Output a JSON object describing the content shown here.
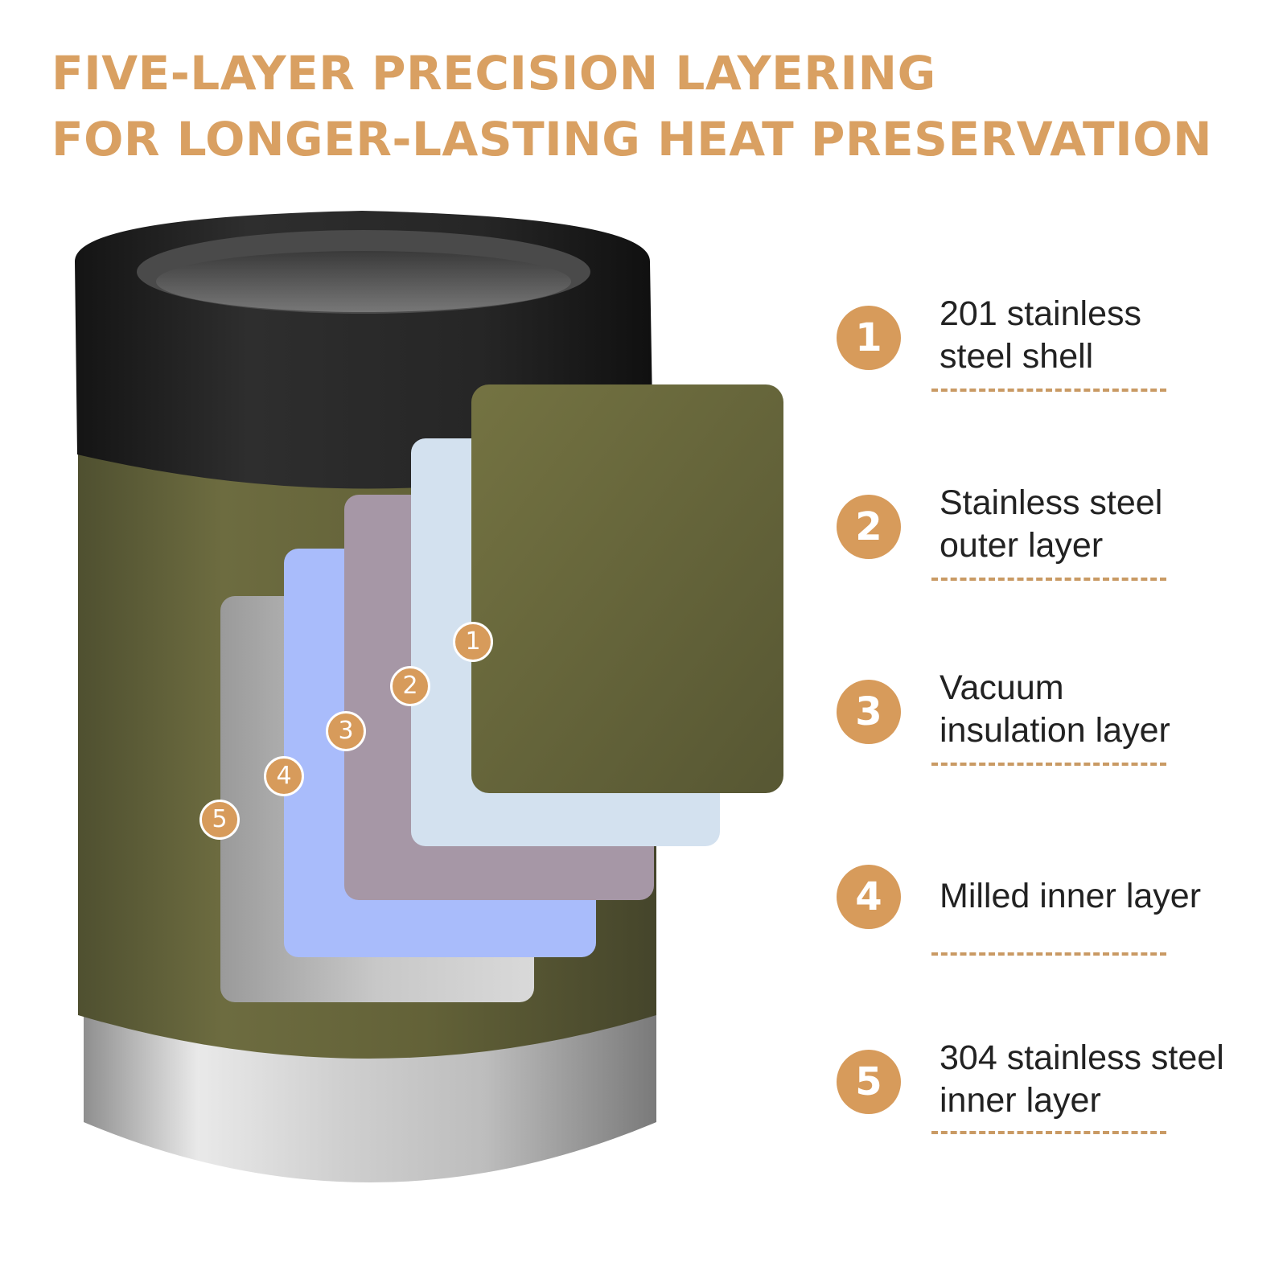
{
  "headline": {
    "line1": "FIVE-LAYER PRECISION LAYERING",
    "line2": "FOR LONGER-LASTING HEAT PRESERVATION"
  },
  "colors": {
    "accent": "#d79b5b",
    "headline": "#d9a062",
    "shell_olive": "#5f6035",
    "lid_black": "#1c1c1c",
    "layer_1": "#6b6a3b",
    "layer_2": "#d3e1ef",
    "layer_3": "#a697a6",
    "layer_4": "#a9bcfb",
    "layer_5": "#a9a9a9"
  },
  "small_badges": [
    "1",
    "2",
    "3",
    "4",
    "5"
  ],
  "layers": [
    {
      "number": "1",
      "line1": "201 stainless",
      "line2": "steel shell"
    },
    {
      "number": "2",
      "line1": "Stainless steel",
      "line2": "outer layer"
    },
    {
      "number": "3",
      "line1": "Vacuum",
      "line2": "insulation layer"
    },
    {
      "number": "4",
      "line1": "Milled inner layer",
      "line2": ""
    },
    {
      "number": "5",
      "line1": "304 stainless steel",
      "line2": "inner layer"
    }
  ]
}
